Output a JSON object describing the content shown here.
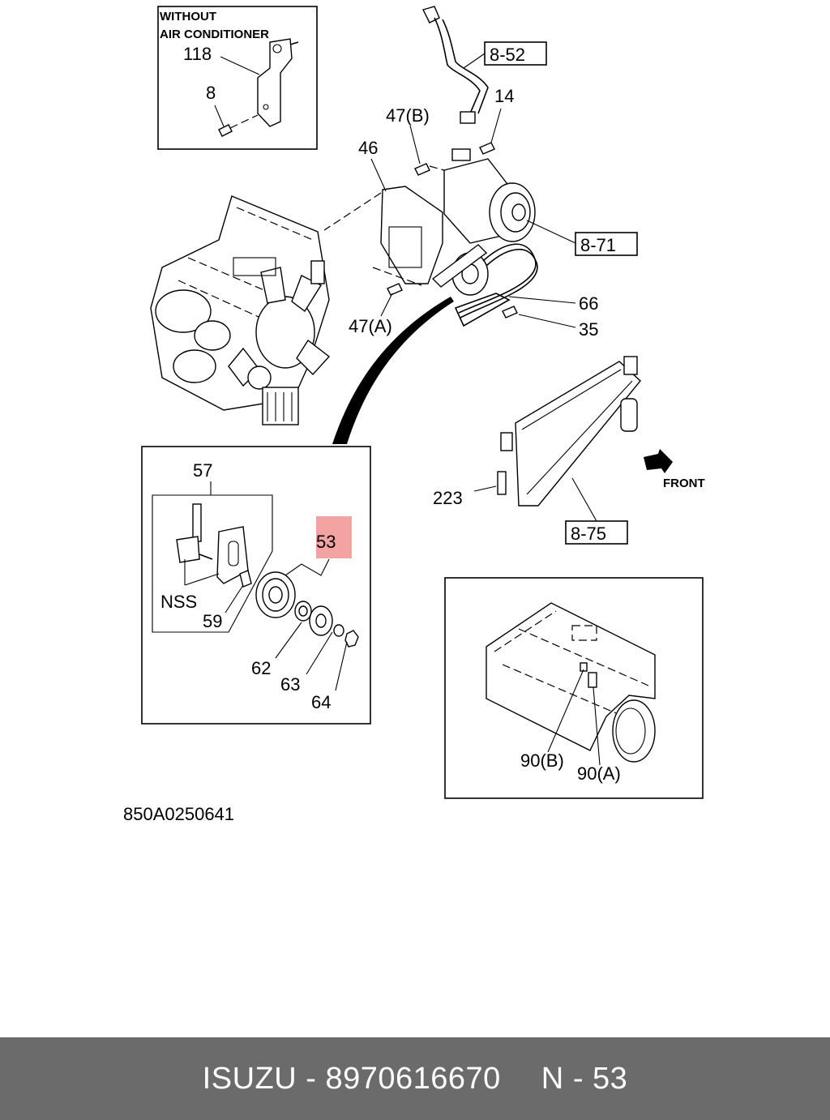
{
  "callouts": {
    "inset_title_line1": "WITHOUT",
    "inset_title_line2": "AIR CONDITIONER",
    "c118": "118",
    "c8": "8",
    "c47b": "47(B)",
    "c14": "14",
    "c46": "46",
    "c47a": "47(A)",
    "c66": "66",
    "c35": "35",
    "c223": "223",
    "front": "FRONT",
    "c57": "57",
    "c53": "53",
    "nss": "NSS",
    "c59": "59",
    "c62": "62",
    "c63": "63",
    "c64": "64",
    "c90b": "90(B)",
    "c90a": "90(A)"
  },
  "refs": {
    "r852": "8-52",
    "r871": "8-71",
    "r875": "8-75"
  },
  "diagram_code": "850A0250641",
  "highlight_color": "#f4a3a3",
  "footer": {
    "brand": "ISUZU",
    "dash1": "-",
    "part_number": "8970616670",
    "section": "N",
    "dash2": "-",
    "page": "53",
    "background": "#6b6b6b"
  }
}
